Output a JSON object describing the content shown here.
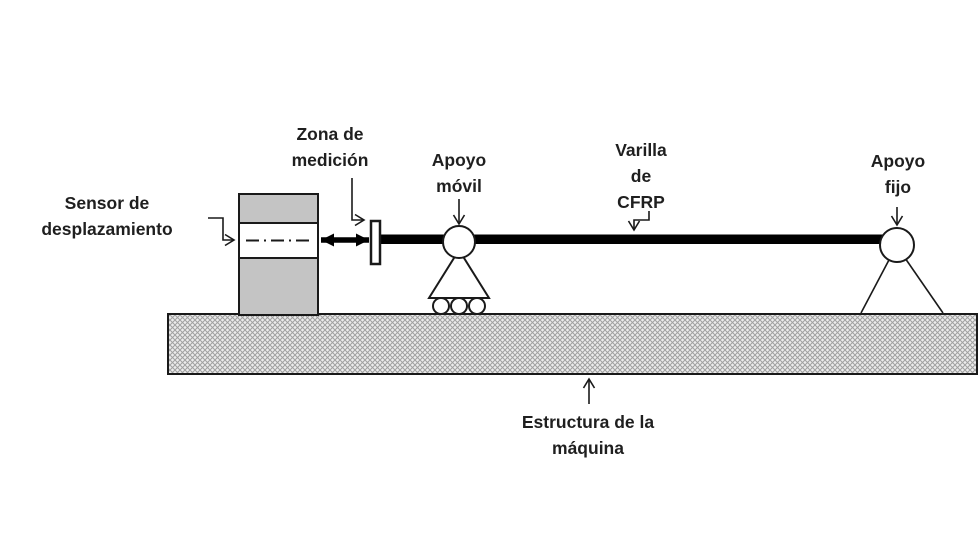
{
  "diagram": {
    "type": "schematic",
    "language": "es",
    "labels": {
      "sensor": "Sensor de\ndesplazamiento",
      "zona_medicion": "Zona de\nmedición",
      "apoyo_movil": "Apoyo\nmóvil",
      "varilla_cfrp": "Varilla\nde\nCFRP",
      "apoyo_fijo": "Apoyo\nfijo",
      "estructura": "Estructura de la\nmáquina"
    },
    "colors": {
      "line": "#1a1a1a",
      "text": "#1f1f1f",
      "sensor_fill": "#c4c4c4",
      "rod_fill": "#000000",
      "hatch_bg": "#ececec",
      "hatch_line": "#a0a0a0",
      "white": "#ffffff"
    },
    "icons": {
      "double_arrow": "double-headed-arrow-icon",
      "leader_arrows": "open-v-arrow-icon"
    }
  }
}
